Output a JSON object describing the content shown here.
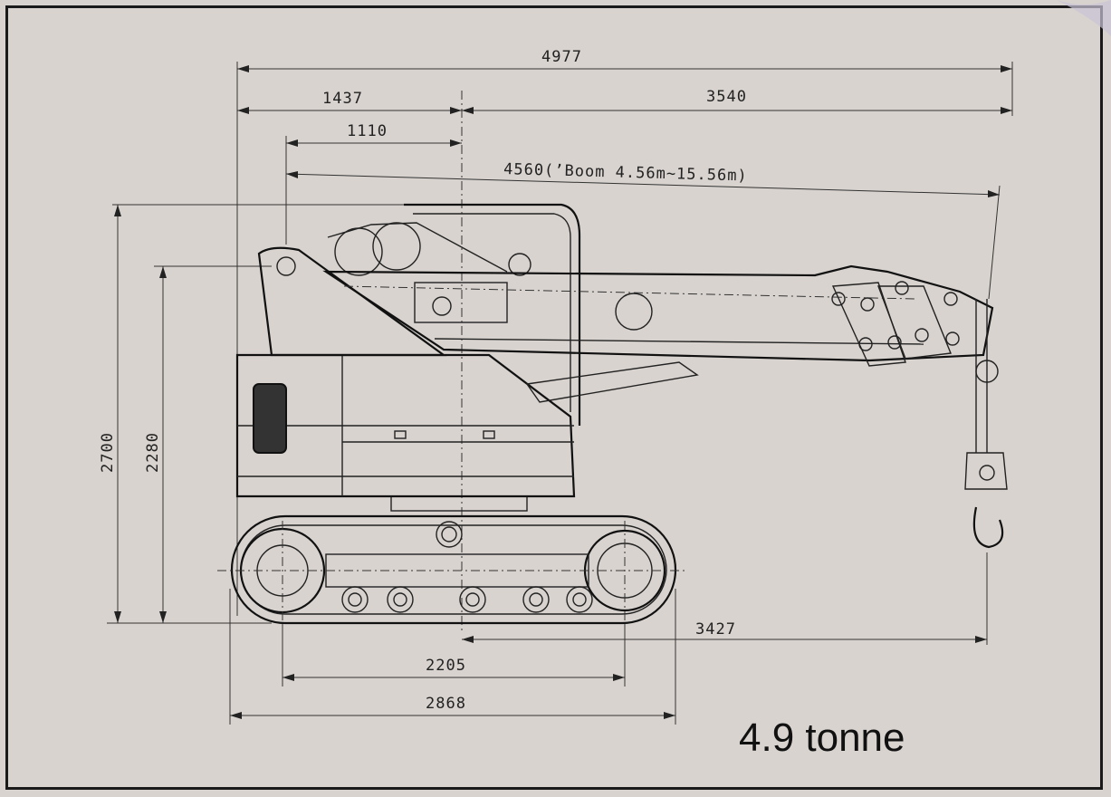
{
  "drawing": {
    "dimensions": {
      "overall_length": "4977",
      "rear_to_pivot": "1437",
      "boom_ahead_of_pivot": "3540",
      "boom_pin_to_pivot": "1110",
      "boom_length": "4560(’Boom  4.56m~15.56m)",
      "overall_height": "2700",
      "boom_pin_height": "2280",
      "pivot_to_hook": "3427",
      "tumbler_distance": "2205",
      "track_length": "2868"
    },
    "weight_label": "4.9 tonne"
  }
}
